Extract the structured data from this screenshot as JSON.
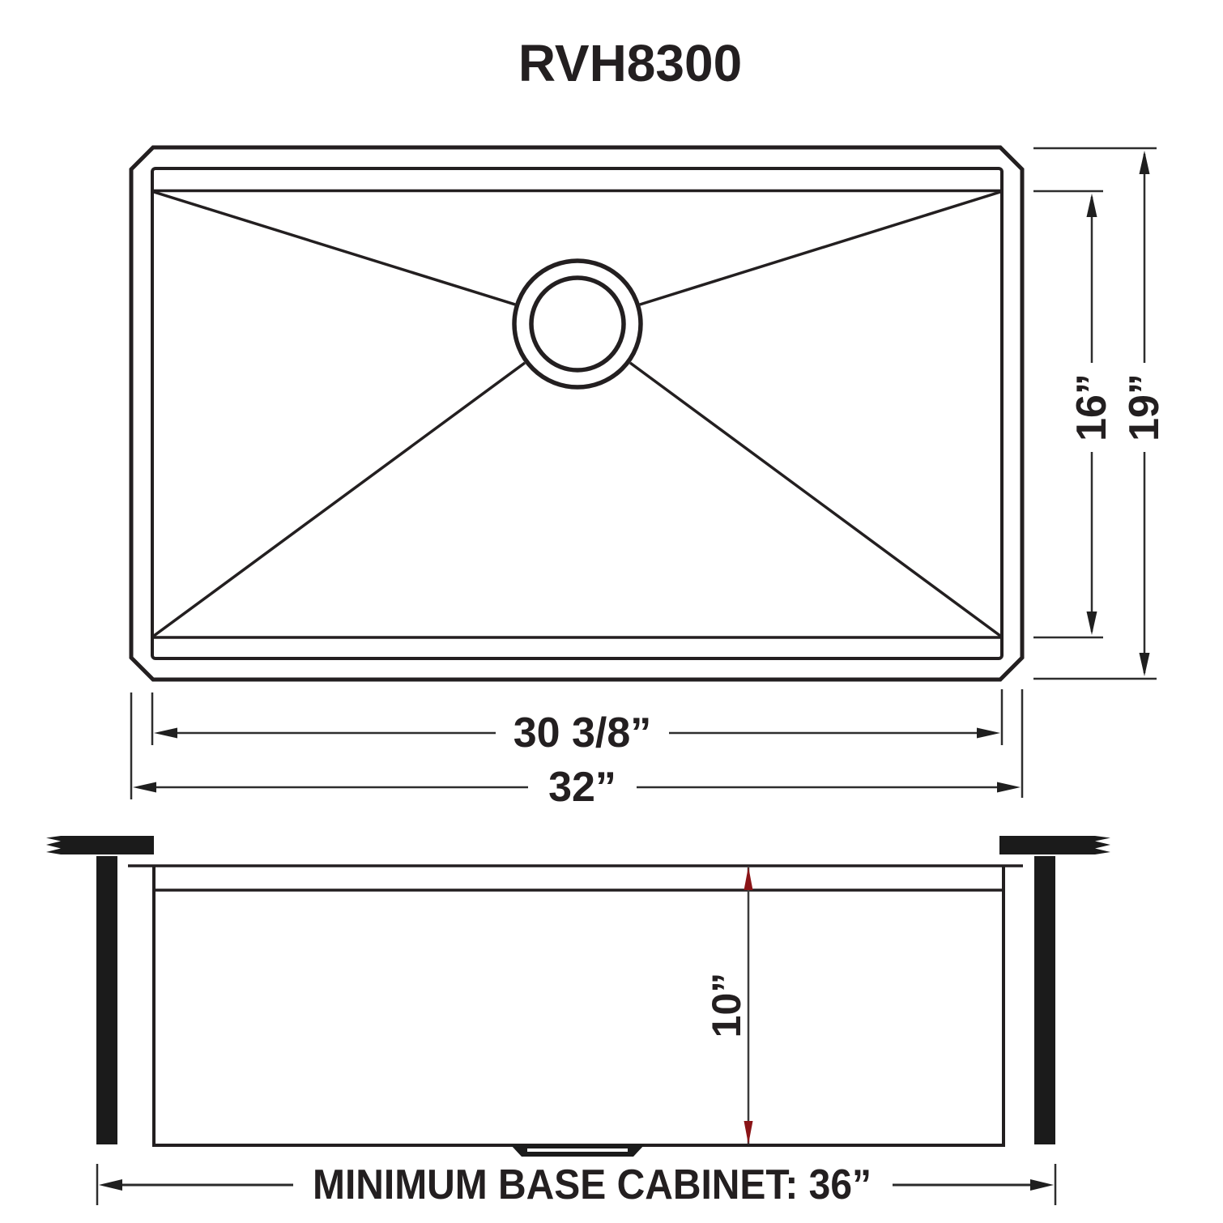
{
  "title": "RVH8300",
  "top_view": {
    "bowl_width_label": "30 3/8”",
    "overall_width_label": "32”",
    "bowl_depth_label": "16”",
    "overall_depth_label": "19”"
  },
  "side_view": {
    "bowl_height_label": "10”",
    "cabinet_label": "MINIMUM BASE CABINET: 36”"
  },
  "colors": {
    "line": "#231f20",
    "accent_red": "#8a1417",
    "background": "#ffffff"
  }
}
